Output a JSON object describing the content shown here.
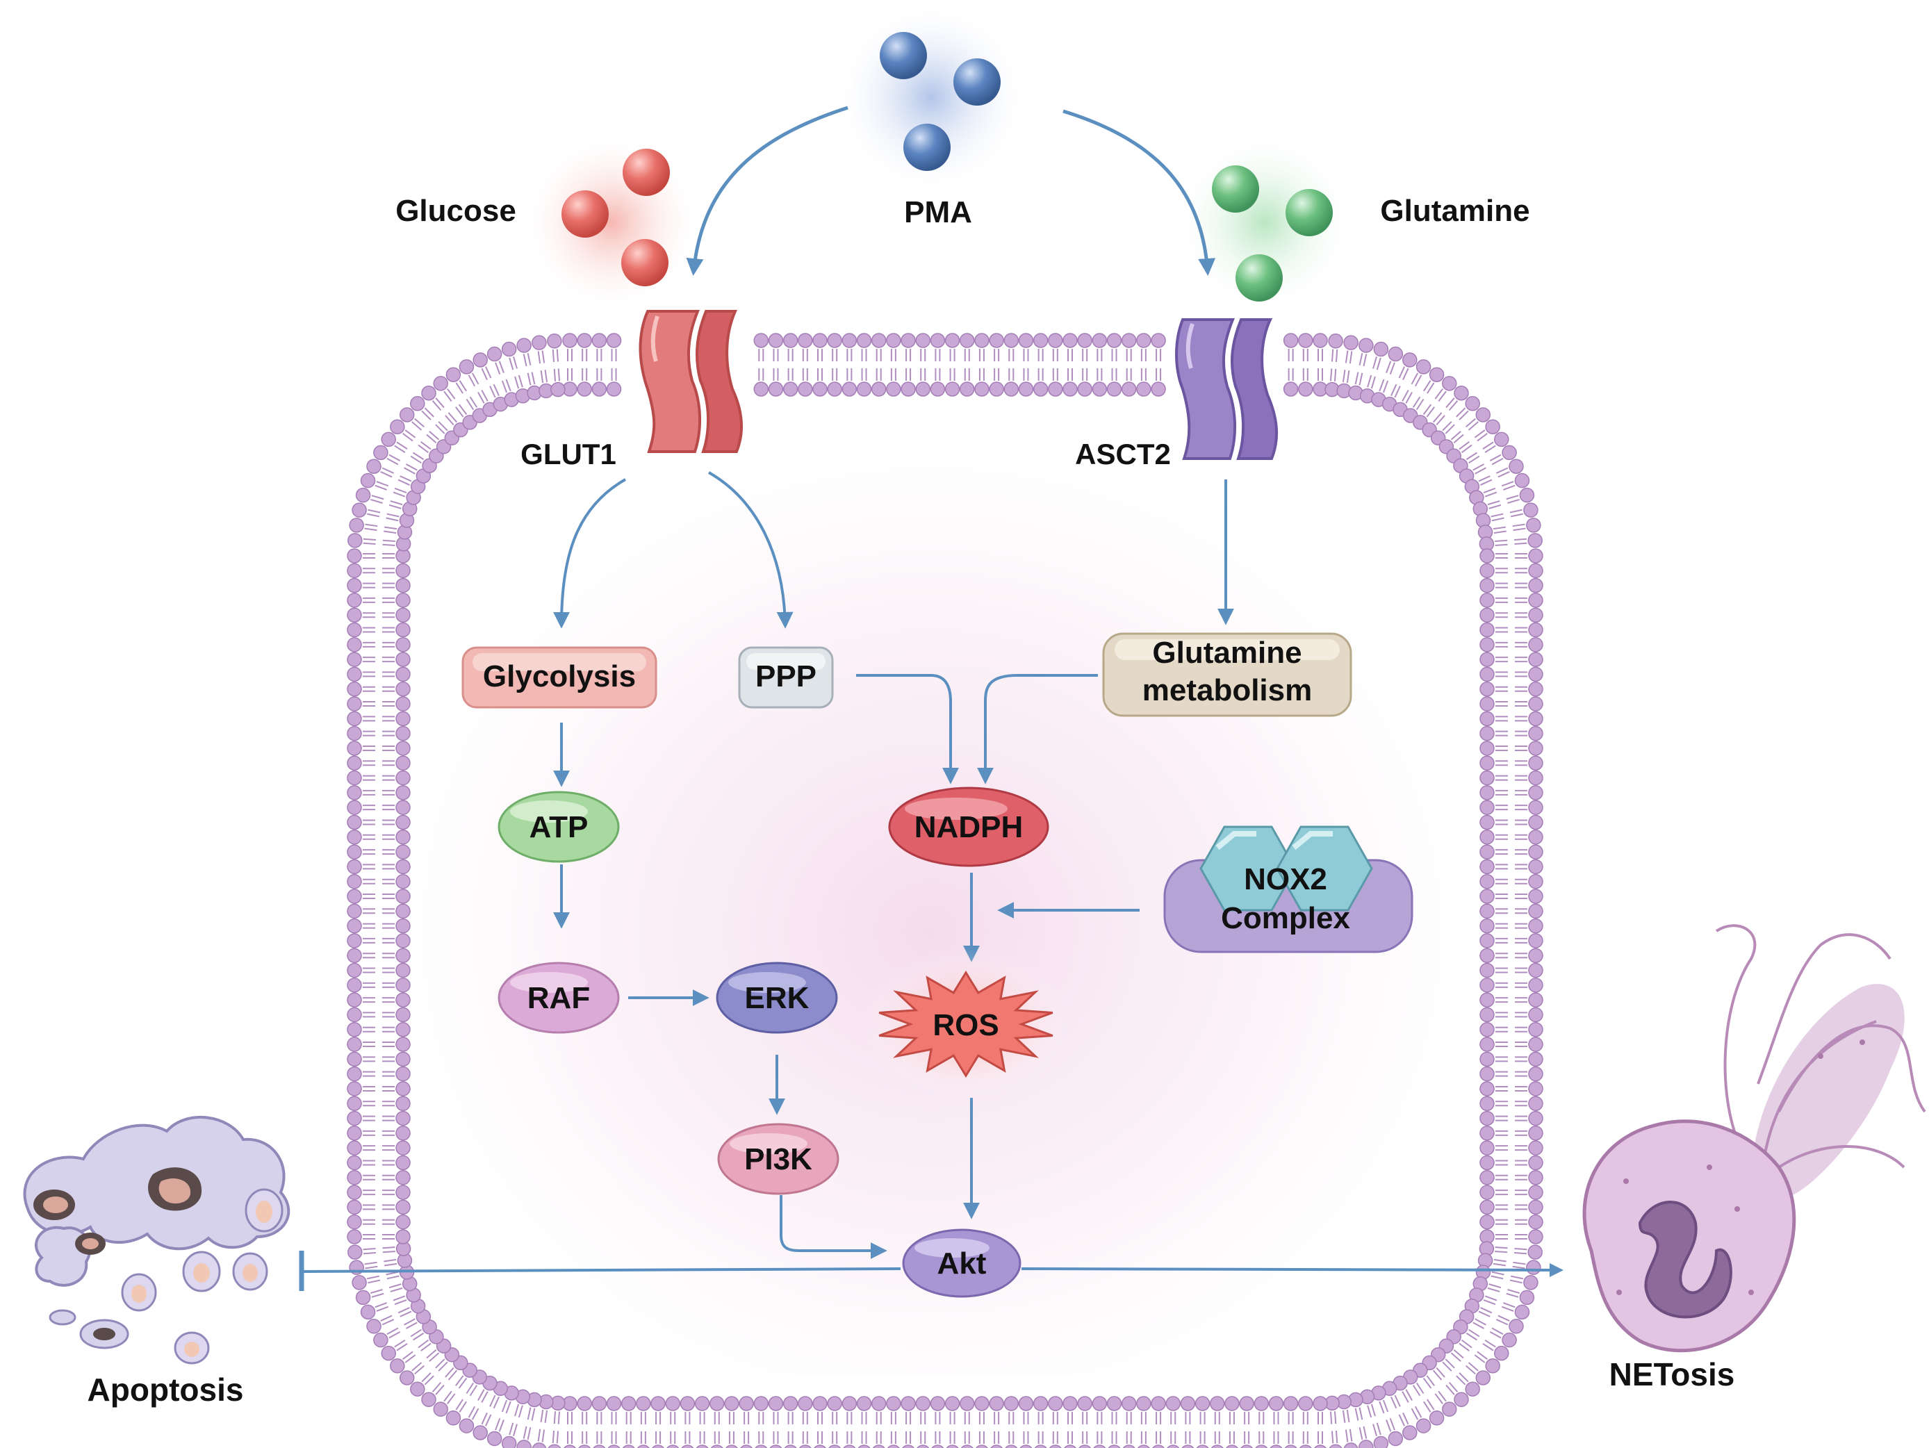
{
  "labels": {
    "glucose": "Glucose",
    "pma": "PMA",
    "glutamine": "Glutamine",
    "glut1": "GLUT1",
    "asct2": "ASCT2",
    "apoptosis": "Apoptosis",
    "netosis": "NETosis"
  },
  "nodes": {
    "glycolysis": "Glycolysis",
    "ppp": "PPP",
    "glutamine_metabolism_line1": "Glutamine",
    "glutamine_metabolism_line2": "metabolism",
    "atp": "ATP",
    "nadph": "NADPH",
    "nox2_line1": "NOX2",
    "nox2_line2": "Complex",
    "raf": "RAF",
    "erk": "ERK",
    "ros": "ROS",
    "pi3k": "PI3K",
    "akt": "Akt"
  },
  "colors": {
    "arrow": "#5a8fc0",
    "membrane_head": "#c9a8d6",
    "glucose_particle": "#e8706a",
    "pma_particle": "#5b84c0",
    "glutamine_particle": "#6cc07f",
    "glut1": "#e27b7b",
    "asct2": "#9c84c8",
    "glycolysis": "#f2b8b4",
    "ppp": "#dfe4e8",
    "glutamine_metabolism": "#e3d9c6",
    "atp": "#a8d9a0",
    "nadph": "#e0606a",
    "nox2_hex": "#8fcbd6",
    "nox2_base": "#b6a4d6",
    "raf": "#dcaad6",
    "erk": "#8c8ccc",
    "ros": "#f07870",
    "pi3k": "#e8a6bc",
    "akt": "#a896d4"
  },
  "icons": [
    "glucose-particles",
    "pma-particles",
    "glutamine-particles",
    "glut1-transporter-icon",
    "asct2-transporter-icon",
    "apoptotic-cell-icon",
    "neutrophil-net-icon",
    "nox2-complex-icon"
  ]
}
